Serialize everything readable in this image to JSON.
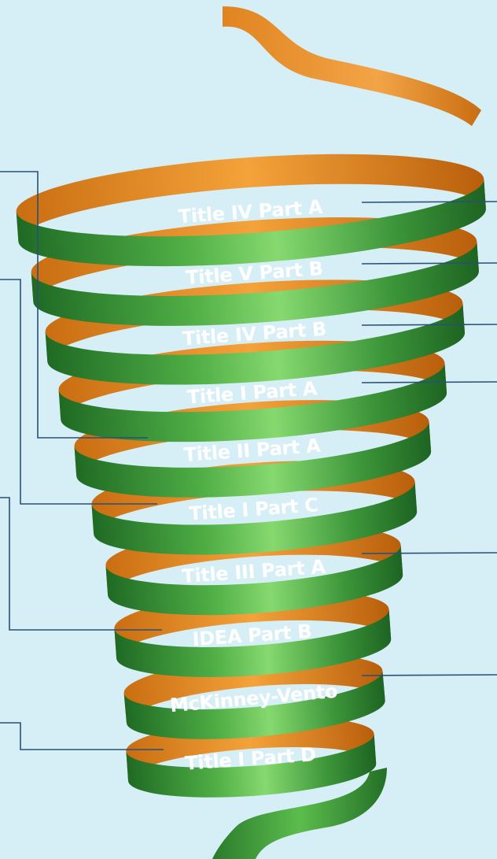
{
  "colors": {
    "background": "#d6eef6",
    "orange": "#e9861a",
    "orange_dark": "#b8600d",
    "green": "#3f9a3c",
    "green_light": "#7fd16a",
    "green_dark": "#1f6a24",
    "connector": "#2a4f7a",
    "label": "#ffffff"
  },
  "bands": [
    {
      "label": "Title IV Part A",
      "side": "right"
    },
    {
      "label": "Title V Part B",
      "side": "right"
    },
    {
      "label": "Title IV Part B",
      "side": "right"
    },
    {
      "label": "Title I Part A",
      "side": "right"
    },
    {
      "label": "Title II Part A",
      "side": "left"
    },
    {
      "label": "Title I Part C",
      "side": "left"
    },
    {
      "label": "Title III Part A",
      "side": "right"
    },
    {
      "label": "IDEA Part B",
      "side": "left"
    },
    {
      "label": "McKinney-Vento",
      "side": "right"
    },
    {
      "label": "Title I Part D",
      "side": "left"
    }
  ]
}
